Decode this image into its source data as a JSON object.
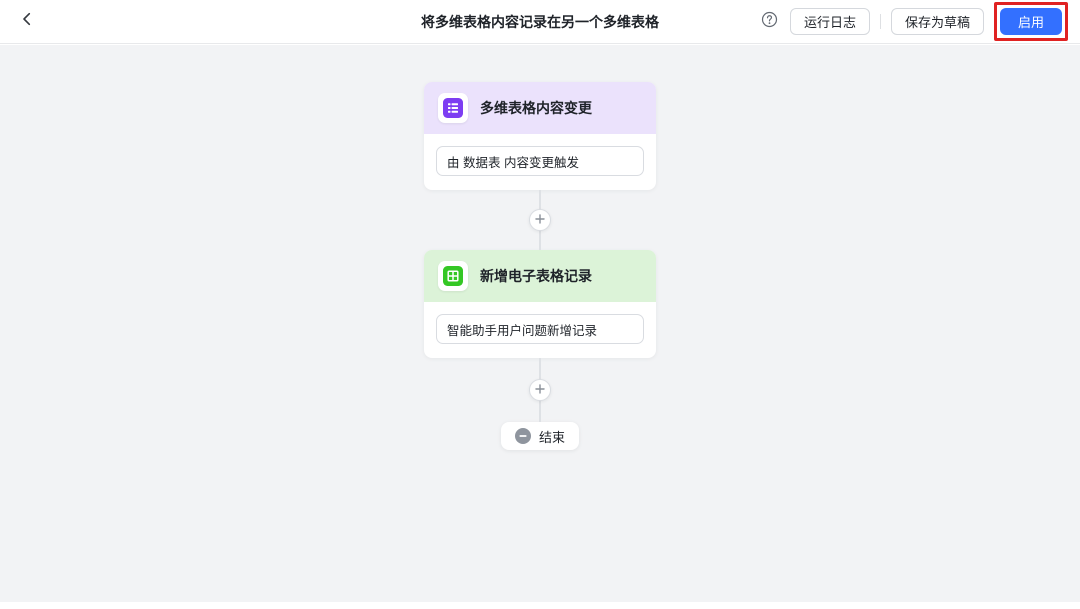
{
  "topbar": {
    "back_icon": "chevron-left",
    "title": "将多维表格内容记录在另一个多维表格",
    "help_icon": "question-circle",
    "buttons": {
      "run_log": "运行日志",
      "save_draft": "保存为草稿",
      "enable": "启用"
    }
  },
  "flow": {
    "nodes": [
      {
        "icon": "bitable-icon",
        "accent": "purple",
        "title": "多维表格内容变更",
        "detail": "由 数据表 内容变更触发"
      },
      {
        "icon": "spreadsheet-icon",
        "accent": "green",
        "title": "新增电子表格记录",
        "detail": "智能助手用户问题新增记录"
      }
    ],
    "connector_icon": "plus",
    "end": {
      "icon": "minus-circle",
      "label": "结束"
    }
  },
  "colors": {
    "topbar_bg": "#ffffff",
    "canvas_bg": "#f2f3f5",
    "primary_blue": "#3370ff",
    "annotation_red": "#e02222",
    "purple_header_bg": "#ebe2fc",
    "purple_icon": "#7d3df2",
    "green_header_bg": "#dcf3d8",
    "green_icon": "#34c724",
    "text_primary": "#1f2329",
    "text_secondary": "#646a73",
    "connector_line": "#dee1e5"
  },
  "annotation": {
    "highlighted_element": "enable-button",
    "highlight_color": "#e02222"
  }
}
